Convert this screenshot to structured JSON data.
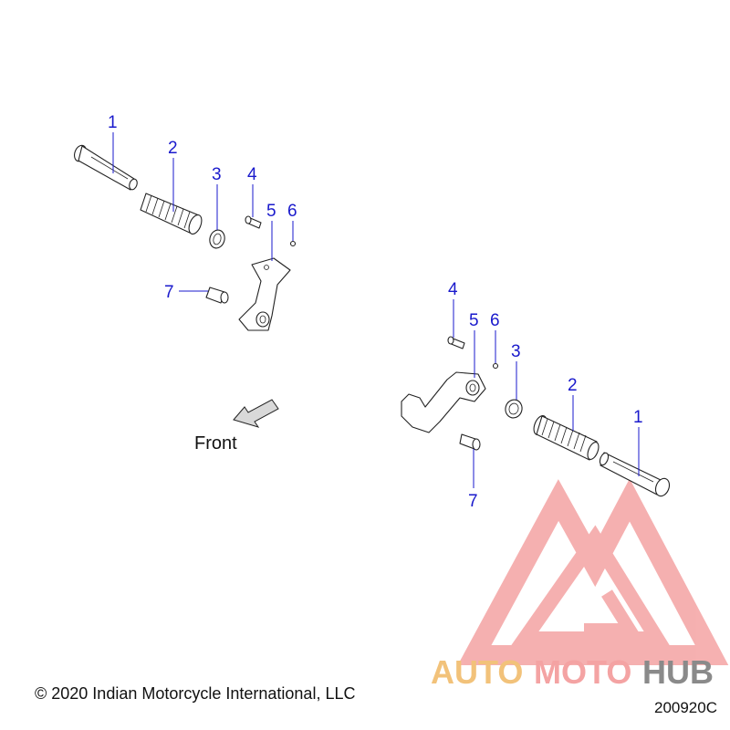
{
  "callouts": {
    "left": [
      "1",
      "2",
      "3",
      "4",
      "5",
      "6",
      "7"
    ],
    "right": [
      "4",
      "5",
      "6",
      "3",
      "2",
      "1",
      "7"
    ]
  },
  "front_label": "Front",
  "copyright": "© 2020 Indian Motorcycle International, LLC",
  "diagram_code": "200920C",
  "watermark": {
    "part1": "AUTO",
    "part2": "MOTO",
    "part3": "HUB",
    "color_primary": "#f4a3a3",
    "color_secondary": "#f2c27a",
    "color_tertiary": "#8a8a8a"
  }
}
